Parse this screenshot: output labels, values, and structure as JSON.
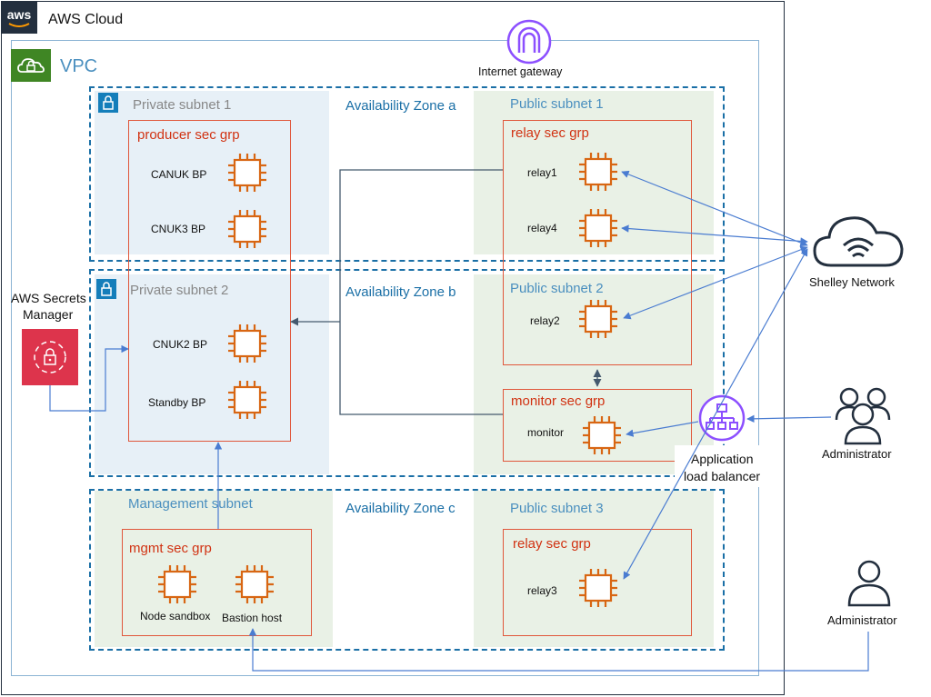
{
  "cloud": {
    "title": "AWS Cloud",
    "logo": "aws"
  },
  "vpc": {
    "title": "VPC"
  },
  "internet_gateway": {
    "label": "Internet gateway"
  },
  "availability_zones": [
    "Availability Zone a",
    "Availability Zone b",
    "Availability Zone c"
  ],
  "subnets": {
    "private1": "Private subnet 1",
    "private2": "Private subnet 2",
    "public1": "Public subnet 1",
    "public2": "Public subnet 2",
    "public3": "Public subnet 3",
    "management": "Management subnet"
  },
  "security_groups": {
    "producer": "producer sec grp",
    "relay_a": "relay sec grp",
    "monitor": "monitor sec grp",
    "relay_c": "relay sec grp",
    "mgmt": "mgmt sec grp"
  },
  "nodes": {
    "canuk": "CANUK BP",
    "cnuk3": "CNUK3 BP",
    "cnuk2": "CNUK2 BP",
    "standby": "Standby BP",
    "relay1": "relay1",
    "relay4": "relay4",
    "relay2": "relay2",
    "monitor": "monitor",
    "relay3": "relay3",
    "node_sandbox": "Node sandbox",
    "bastion": "Bastion host"
  },
  "secrets_manager": {
    "line1": "AWS Secrets",
    "line2": "Manager"
  },
  "shelley_network": {
    "label": "Shelley Network"
  },
  "load_balancer": {
    "line1": "Application",
    "line2": "load balancer"
  },
  "administrators": [
    "Administrator",
    "Administrator"
  ],
  "colors": {
    "aws_dark": "#232f3e",
    "vpc_green": "#3f8624",
    "subnet_blue": "#147eba",
    "security_group": "#e0573b",
    "ec2_orange": "#d86613",
    "gateway_purple": "#8c4fff",
    "secrets_red": "#dd344c",
    "arrow_blue": "#4a7cd1"
  }
}
